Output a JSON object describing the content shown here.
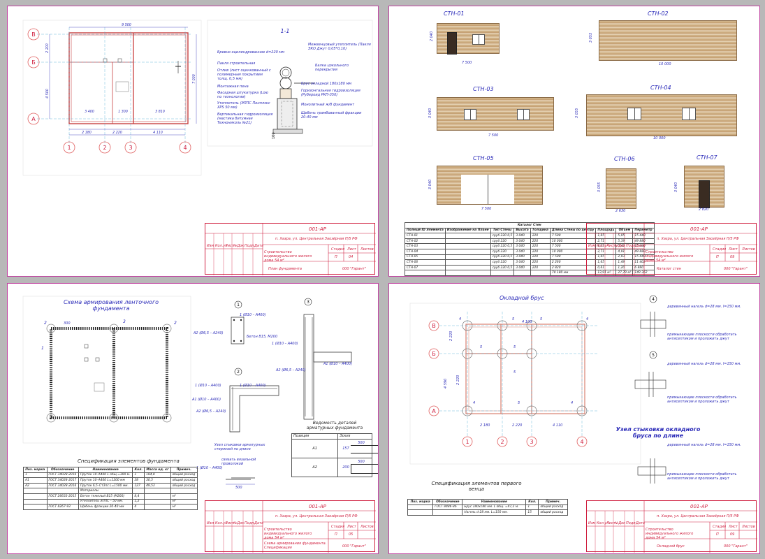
{
  "title_blocks": [
    {
      "code": "001-АР",
      "location": "п. Хазра, ул. Центральная Заозёрная П/5 РФ",
      "project": "Строительство индивидуального жилого дома 54 м²",
      "sheet_name": "План фундамента",
      "company": "000 \"Гарант\"",
      "stage": "П",
      "sheet": "04",
      "headers": [
        "Изм",
        "Кол.уч",
        "Лист",
        "№Док",
        "Подп.",
        "Дата"
      ],
      "cols": [
        "Стадия",
        "Лист",
        "Листов"
      ]
    },
    {
      "code": "001-АР",
      "location": "п. Хазра, ул. Центральная Заозёрная П/5 РФ",
      "project": "Строительство индивидуального жилого дома 54 м²",
      "sheet_name": "Каталог стен",
      "company": "000 \"Гарант\"",
      "stage": "П",
      "sheet": "09",
      "headers": [
        "Изм",
        "Кол.уч",
        "Лист",
        "№Док",
        "Подп.",
        "Дата"
      ],
      "cols": [
        "Стадия",
        "Лист",
        "Листов"
      ]
    },
    {
      "code": "001-АР",
      "location": "п. Хазра, ул. Центральная Заозёрная П/5 РФ",
      "project": "Строительство индивидуального жилого дома 54 м²",
      "sheet_name": "Схема армирования фундамента. Спецификация",
      "company": "000 \"Гарант\"",
      "stage": "П",
      "sheet": "05",
      "headers": [
        "Изм",
        "Кол.уч",
        "Лист",
        "№Док",
        "Подп.",
        "Дата"
      ],
      "cols": [
        "Стадия",
        "Лист",
        "Листов"
      ]
    },
    {
      "code": "001-АР",
      "location": "п. Хазра, ул. Центральная Заозёрная П/5 РФ",
      "project": "Строительство индивидуального жилого дома 54 м²",
      "sheet_name": "Окладной брус",
      "company": "000 \"Гарант\"",
      "stage": "П",
      "sheet": "09",
      "headers": [
        "Изм",
        "Кол.уч",
        "Лист",
        "№Док",
        "Подп.",
        "Дата"
      ],
      "cols": [
        "Стадия",
        "Лист",
        "Листов"
      ]
    }
  ],
  "sheet1": {
    "axes_rows": [
      "В",
      "Б",
      "А"
    ],
    "axes_cols": [
      "1",
      "2",
      "3",
      "4"
    ],
    "dims": {
      "top": "9 500",
      "left": "4 500",
      "right": "7 000",
      "seg1": "3 400",
      "seg2": "1 300",
      "seg3": "3 810",
      "bot1": "2 180",
      "bot2": "2 220",
      "bot3": "4 110",
      "d1": "2 200"
    },
    "section_title": "1-1",
    "callouts_left": [
      "Бревно оцилиндрованное d=220 мм",
      "Пакля строительная",
      "Отлив (лист оцинкованный с полимерным покрытием толщ. 0,5 мм)",
      "Монтажная пена",
      "Фасадная штукатурка (Loю по технологии)",
      "Утеплитель (ЭППС Пенплэкс XPS 50 мм)",
      "Вертикальная гидроизоляция (мастика битумная Технониколь №21)"
    ],
    "callouts_right": [
      "Межвенцовый утеплитель (Пакля ЭКО Джут 0,05*0,10)",
      "Балка цокольного перекрытия",
      "Брус окладной 180х180 мм",
      "Горизонтальная гидроизоляция (Рубероид РКП-350)",
      "Монолитный ж/б фундамент",
      "Щебень трамбованный фракции 20-40 мм"
    ],
    "level": "100"
  },
  "sheet2": {
    "walls": [
      {
        "name": "СТН-01",
        "len": "7 500",
        "h": "2 040"
      },
      {
        "name": "СТН-02",
        "len": "10 000",
        "h": "3 055"
      },
      {
        "name": "СТН-03",
        "len": "7 500",
        "h": "3 040"
      },
      {
        "name": "СТН-04",
        "len": "10 000",
        "h": "3 055"
      },
      {
        "name": "СТН-05",
        "len": "7 500",
        "h": "3 040"
      },
      {
        "name": "СТН-06",
        "len": "2 630",
        "h": "3 055"
      },
      {
        "name": "СТН-07",
        "len": "2 820",
        "h": "3 040"
      }
    ],
    "catalog_title": "Каталог Стен",
    "catalog_headers": [
      "Полный ID Элемента",
      "Изображение на Плане",
      "Тип Стены",
      "Высота",
      "Толщина",
      "Длина Стены по центру",
      "Площадь",
      "Объем",
      "Периметр"
    ],
    "catalog_rows": [
      [
        "СТН-01",
        "",
        "сруб 220 0,5",
        "3 040",
        "220",
        "7 500",
        "1,65",
        "5,05",
        "15 440"
      ],
      [
        "СТН-02",
        "",
        "сруб 220",
        "3 040",
        "220",
        "10 000",
        "2,71",
        "5,39",
        "49 880"
      ],
      [
        "СТН-03",
        "",
        "сруб 220 0,5",
        "3 040",
        "220",
        "7 500",
        "1,65",
        "5,41",
        "15 440"
      ],
      [
        "СТН-04",
        "",
        "сруб 220",
        "3 040",
        "220",
        "10 000",
        "2,71",
        "4,91",
        "49 880"
      ],
      [
        "СТН-05",
        "",
        "сруб 220 0,5",
        "3 040",
        "220",
        "7 500",
        "1,65",
        "2,93",
        "15 440"
      ],
      [
        "СТН-06",
        "",
        "сруб 220",
        "3 040",
        "220",
        "2 260",
        "1,65",
        "1,49",
        "11 402"
      ],
      [
        "СТН-07",
        "",
        "сруб 220 0,5",
        "3 040",
        "220",
        "2 820",
        "0,61",
        "1,20",
        "6 880"
      ]
    ],
    "catalog_total": [
      "",
      "",
      "",
      "",
      "",
      "70 180 мм",
      "13,91 м²",
      "27,79 м³",
      "149 362"
    ]
  },
  "sheet3": {
    "scheme_title": "Схема армирования ленточного фундамента",
    "node_labels": [
      "1",
      "2",
      "3"
    ],
    "rebar_labels": [
      "1 (Ø10 – А400)",
      "А2 (Ø6,5 – А240)",
      "Бетон B15, M200",
      "1 (Ø10 – А400)",
      "А1 (Ø10 – А400)",
      "А2 (Ø6,5 – А240)"
    ],
    "node_note": "Узел стыковки арматурных стержней по длине",
    "tie_note": "связать вязальной проволокой",
    "tie_len": "500",
    "dim_300": "300",
    "vedomost_title": "Ведомость деталей арматурных фундамента",
    "vedomost_headers": [
      "Позиция",
      "Эскиз"
    ],
    "vedomost_rows": [
      {
        "pos": "А1",
        "size": "500",
        "h": "157"
      },
      {
        "pos": "А2",
        "size": "500",
        "h": "200"
      }
    ],
    "spec_title": "Спецификация элементов фундамента",
    "spec_headers": [
      "Поз. марка",
      "Обозначение",
      "Наименование",
      "Кол.",
      "Масса ед. кг",
      "Примеч."
    ],
    "spec_rows": [
      [
        "1",
        "ГОСТ 34028-2016",
        "Пруток 10–А400 L общ.=300 м.",
        "1",
        "184,8",
        "общий расход"
      ],
      [
        "А1",
        "ГОСТ 34028-2017",
        "Пруток 10–А400 L=1200 мм",
        "38",
        "30,5",
        "общий расход"
      ],
      [
        "А2",
        "ГОСТ 34028-2016",
        "Пруток 6,5–Ст3пс L=1500 мм.",
        "127",
        "49,53",
        "общий расход"
      ],
      [
        "",
        "",
        "Материалы",
        "",
        "",
        ""
      ],
      [
        "",
        "ГОСТ 26633-2015",
        "Бетон тяжелый В15 (М200)",
        "8,4",
        "",
        "м³"
      ],
      [
        "",
        "",
        "Утеплитель ЭППС – 50 мм.",
        "1,2",
        "",
        "м³"
      ],
      [
        "",
        "ГОСТ 8267-93",
        "Щебень фракции 20-40 мм",
        "4",
        "",
        "м³"
      ]
    ]
  },
  "sheet4": {
    "plan_title": "Окладной брус",
    "axes_rows": [
      "В",
      "Б",
      "А"
    ],
    "axes_cols": [
      "1",
      "2",
      "3",
      "4"
    ],
    "dims": {
      "left": "4 590",
      "l1": "2 220",
      "l2": "2 220",
      "bot1": "2 180",
      "bot2": "2 220",
      "bot3": "4 110",
      "top1": "4 100"
    },
    "marks": [
      "4",
      "5"
    ],
    "nagel": "деревянный нагель d=28 мм. l=150 мм.",
    "anti": "примыкающие плоскости обработать антисептиком и проложить джут",
    "joint_title": "Узел стыковки окладного бруса по длине",
    "spec_title": "Спецификация элементов первого венца",
    "spec_headers": [
      "Поз. марка",
      "Обозначение",
      "Наименование",
      "Кол.",
      "Примеч."
    ],
    "spec_rows": [
      [
        "",
        "ГОСТ 8486-86",
        "Брус 180х180 мм. L общ. =47,2 м.",
        "1",
        "общий расход"
      ],
      [
        "",
        "",
        "Нагель d-28 мм. L=150 мм.",
        "15",
        "общий расход"
      ]
    ]
  }
}
